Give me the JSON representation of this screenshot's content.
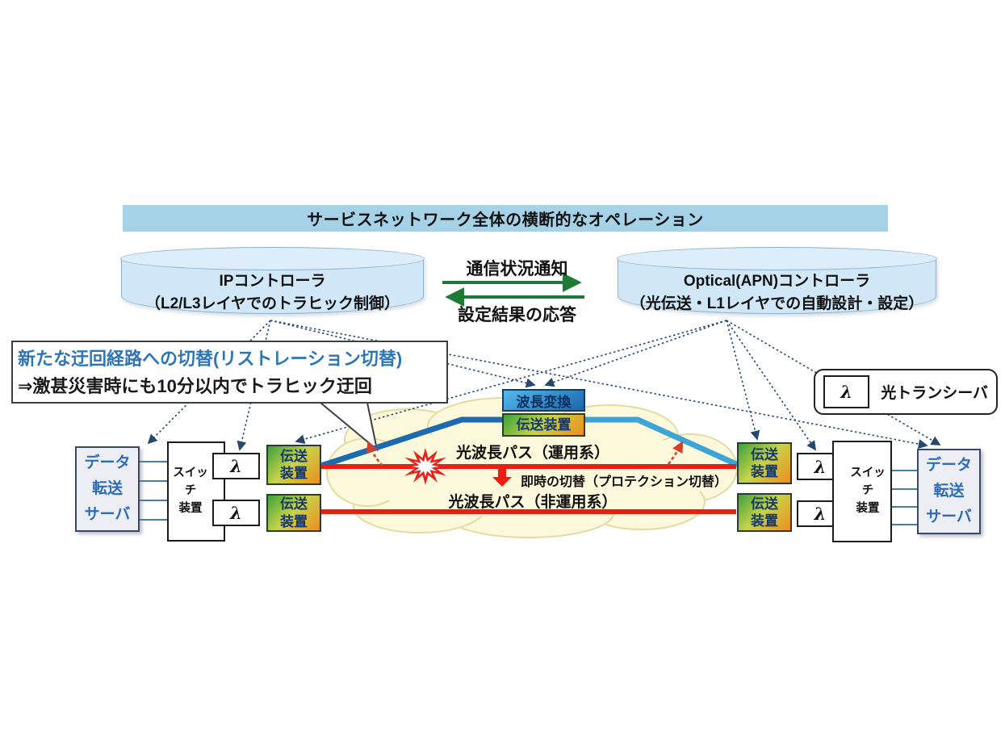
{
  "banner": {
    "title": "サービスネットワーク全体の横断的なオペレーション"
  },
  "controllers": {
    "ip": {
      "name": "IPコントローラ",
      "subtitle": "（L2/L3レイヤでのトラヒック制御）"
    },
    "optical": {
      "name": "Optical(APN)コントローラ",
      "subtitle": "（光伝送・L1レイヤでの自動設計・設定）"
    }
  },
  "exchange": {
    "notify": "通信状況通知",
    "response": "設定結果の応答"
  },
  "callout": {
    "line1": "新たな迂回経路への切替(リストレーション切替)",
    "line2": "⇒激甚災害時にも10分以内でトラヒック迂回"
  },
  "legend": {
    "symbol": "λ",
    "label": "光トランシーバ"
  },
  "nodes": {
    "server": {
      "lines": [
        "データ",
        "転送",
        "サーバ"
      ]
    },
    "switch": {
      "lines": [
        "スイッチ",
        "装置"
      ]
    },
    "transponder": {
      "lines": [
        "伝送",
        "装置"
      ]
    },
    "wavelength_conversion": "波長変換",
    "lambda": "λ"
  },
  "paths": {
    "active": "光波長パス（運用系）",
    "standby": "光波長パス（非運用系）",
    "protection": "即時の切替（プロテクション切替）"
  },
  "colors": {
    "banner_bg": "#a6d2e7",
    "cylinder_bg": "#cfe7f6",
    "active_path_blue": "#1c6ab0",
    "converted_path_cyan": "#3da4d6",
    "standby_path_red": "#ee1d12",
    "green_arrow": "#1e7a34",
    "callout_blue": "#2e75b6",
    "dotted_link": "#27486e",
    "server_text_blue": "#2e6db4",
    "cloud_fill": "#fcf8dc"
  }
}
